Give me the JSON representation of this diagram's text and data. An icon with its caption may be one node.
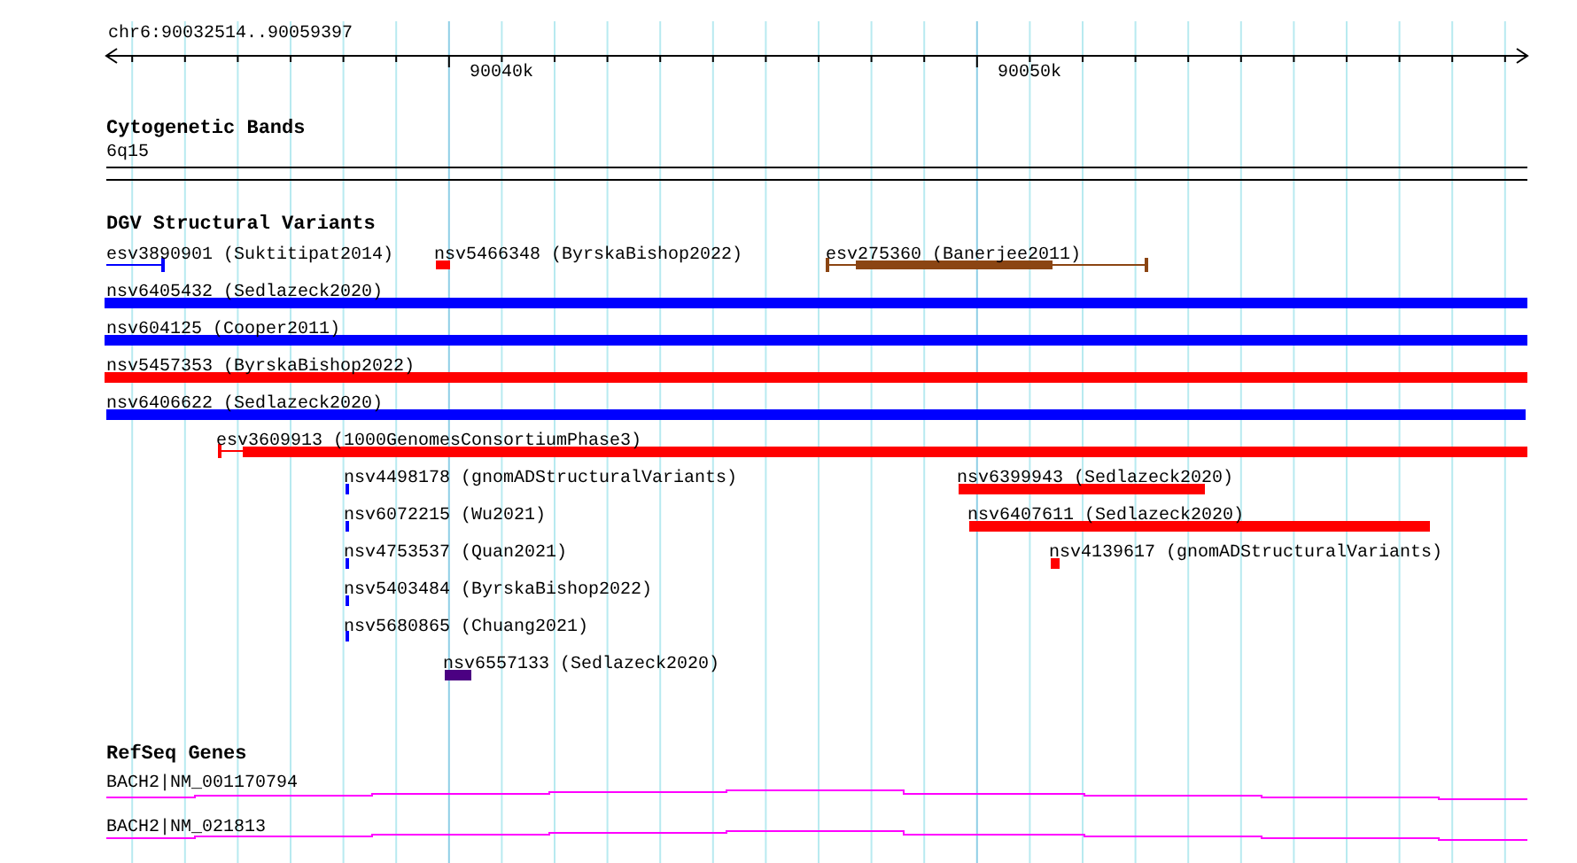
{
  "diagram": {
    "nodes": [
      {
        "text": [
          "esv3890901 (Suktitipat2014)"
        ]
      },
      {
        "text": [
          "nsv5466348 (ByrskaBishop2022)"
        ]
      },
      {
        "text": [
          "esv275360 (Banerjee2011)"
        ]
      },
      {
        "text": [
          "nsv6405432 (Sedlazeck2020)"
        ]
      },
      {
        "text": [
          "nsv604125 (Cooper2011)"
        ]
      },
      {
        "text": [
          "nsv5457353 (ByrskaBishop2022)"
        ]
      },
      {
        "text": [
          "nsv6406622 (Sedlazeck2020)"
        ]
      },
      {
        "text": [
          "esv3609913 (1000GenomesConsortiumPhase3)"
        ]
      },
      {
        "text": [
          "nsv4498178 (gnomADStructuralVariants)"
        ]
      },
      {
        "text": [
          "nsv6399943 (Sedlazeck2020)"
        ]
      },
      {
        "text": [
          "nsv6072215 (Wu2021)"
        ]
      },
      {
        "text": [
          "nsv6407611 (Sedlazeck2020)"
        ]
      },
      {
        "text": [
          "nsv4753537 (Quan2021)"
        ]
      },
      {
        "text": [
          "nsv4139617 (gnomADStructuralVariants)"
        ]
      },
      {
        "text": [
          "nsv5403484 (ByrskaBishop2022)"
        ]
      },
      {
        "text": [
          "nsv5680865 (Chuang2021)"
        ]
      },
      {
        "text": [
          "nsv6557133 (Sedlazeck2020)"
        ]
      },
      {
        "text": [
          "BACH2|NM_001170794"
        ]
      },
      {
        "text": [
          "BACH2|NM_021813"
        ]
      }
    ],
    "labels": [
      "chr6:90032514..90059397",
      "90040k",
      "90050k",
      "Cytogenetic Bands",
      "6q15",
      "DGV Structural Variants",
      "RefSeq Genes"
    ]
  }
}
